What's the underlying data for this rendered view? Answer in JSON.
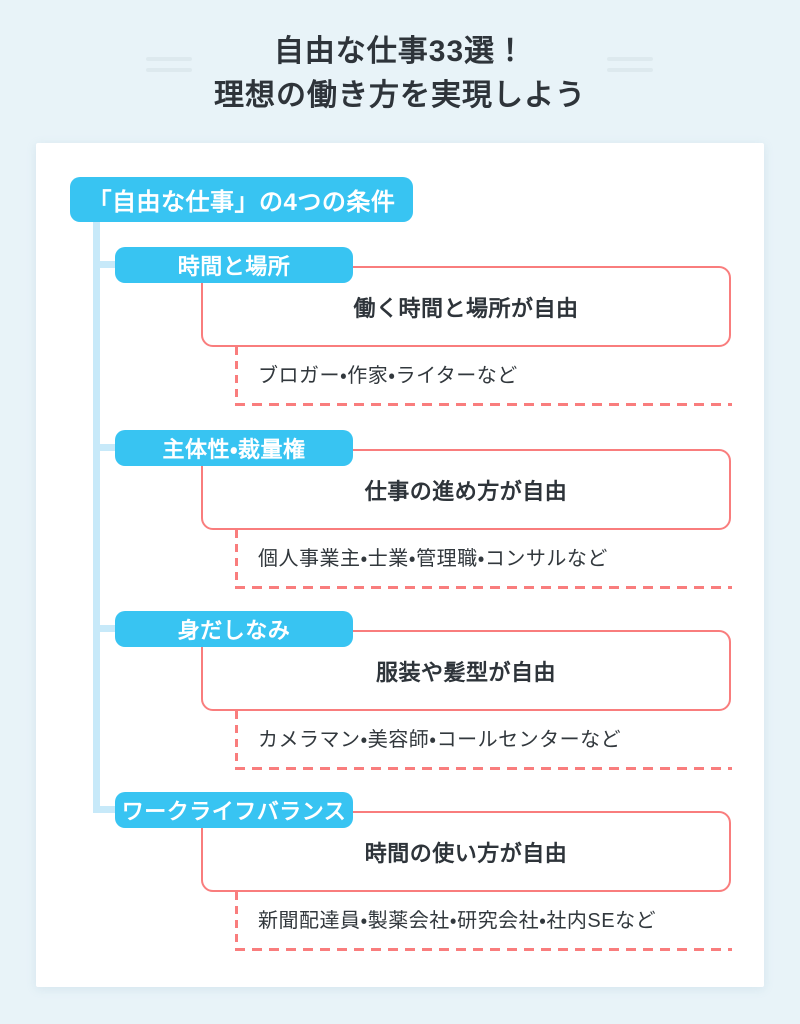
{
  "page": {
    "title_line1": "自由な仕事33選！",
    "title_line2": "理想の働き方を実現しよう"
  },
  "diagram": {
    "root_label": "「自由な仕事」の4つの条件",
    "branches": [
      {
        "label": "時間と場所",
        "feature": "働く時間と場所が自由",
        "examples": "ブロガー・作家・ライターなど"
      },
      {
        "label": "主体性・裁量権",
        "feature": "仕事の進め方が自由",
        "examples": "個人事業主・士業・管理職・コンサルなど"
      },
      {
        "label": "身だしなみ",
        "feature": "服装や髪型が自由",
        "examples": "カメラマン・美容師・コールセンターなど"
      },
      {
        "label": "ワークライフバランス",
        "feature": "時間の使い方が自由",
        "examples": "新聞配達員・製薬会社・研究会社・社内SEなど"
      }
    ]
  },
  "colors": {
    "accent_blue": "#38c4f2",
    "connector_blue": "#c7e9f9",
    "accent_red": "#f97d7d",
    "background": "#e8f3f8"
  }
}
